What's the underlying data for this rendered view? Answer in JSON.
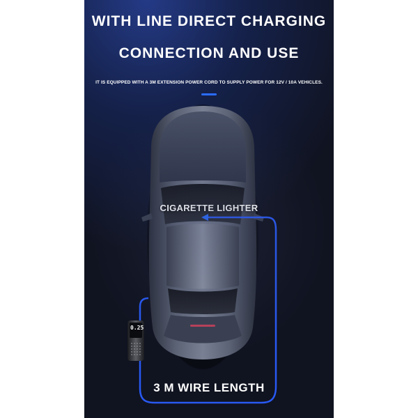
{
  "header": {
    "line1": "WITH LINE DIRECT CHARGING",
    "line2": "CONNECTION AND USE",
    "subtitle": "IT IS EQUIPPED WITH A 3M EXTENSION POWER CORD TO SUPPLY POWER FOR 12V / 10A VEHICLES."
  },
  "labels": {
    "cigarette_lighter": "CIGARETTE LIGHTER",
    "wire_length": "3 M WIRE LENGTH"
  },
  "device": {
    "display_value": "0.25"
  },
  "colors": {
    "accent": "#2a6cff",
    "background_top": "#243a86",
    "background_bottom": "#101320",
    "text": "#ffffff"
  },
  "icons": [
    "car-illustration",
    "tire-inflator-device",
    "power-cord",
    "arrow-left-icon"
  ]
}
